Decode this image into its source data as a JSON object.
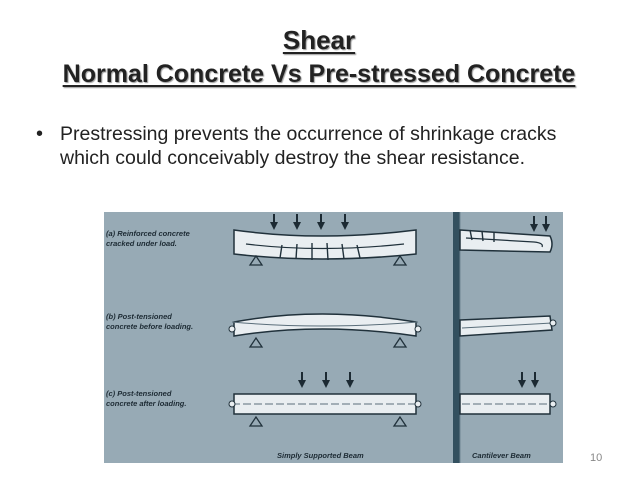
{
  "slide": {
    "title_line1": "Shear",
    "title_line2": "Normal Concrete Vs Pre-stressed Concrete",
    "bullet": "Prestressing prevents the occurrence of shrinkage cracks which could conceivably destroy the shear resistance.",
    "page_number": "10"
  },
  "figure": {
    "labels": {
      "a": "(a) Reinforced concrete cracked under load.",
      "b": "(b) Post-tensioned concrete before loading.",
      "c": "(c) Post-tensioned concrete after loading."
    },
    "captions": {
      "simple": "Simply Supported Beam",
      "cantilever": "Cantilever Beam"
    },
    "colors": {
      "background": "#97aab5",
      "beam": "#e9eef1",
      "outline": "#20313b"
    }
  }
}
